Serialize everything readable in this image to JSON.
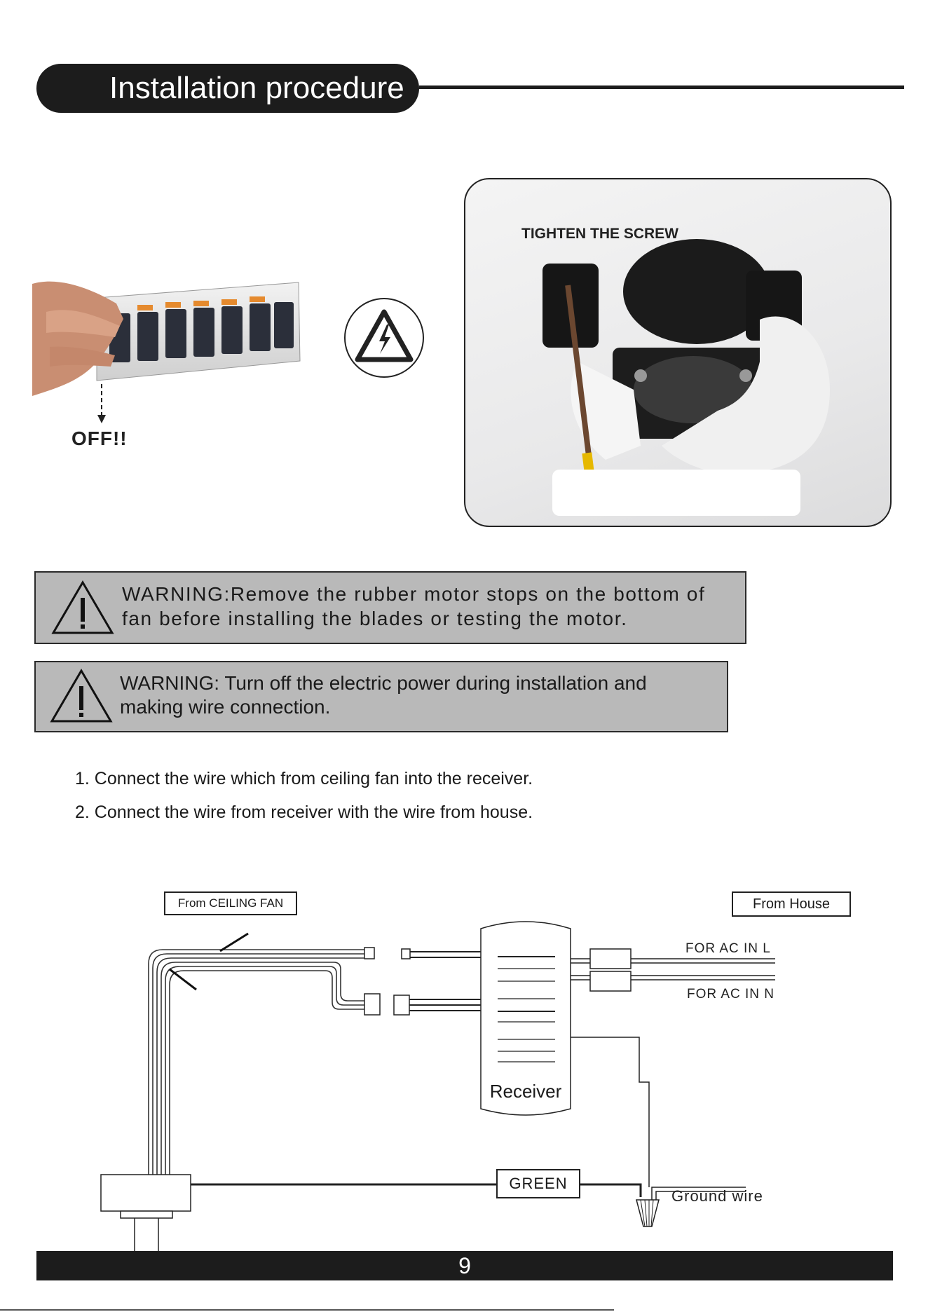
{
  "header": {
    "title": "Installation procedure"
  },
  "breaker_photo": {
    "off_label": "OFF!!"
  },
  "hazard_sign": {
    "icon": "high-voltage-icon"
  },
  "screw_photo": {
    "caption": "TIGHTEN THE SCREW"
  },
  "warnings": [
    {
      "line1": "WARNING:Remove the rubber motor stops on the bottom of",
      "line2": "fan before installing the blades or testing the motor.",
      "icon": "warning-triangle-icon"
    },
    {
      "line1": "WARNING: Turn off the electric power during installation and",
      "line2": "making wire connection.",
      "icon": "warning-triangle-icon"
    }
  ],
  "steps": [
    "1. Connect the wire which from ceiling fan  into the receiver.",
    "2. Connect the wire from receiver with the wire from house."
  ],
  "diagram": {
    "from_ceiling_fan": "From CEILING FAN",
    "from_house": "From House",
    "ac_in_l": "FOR AC IN L",
    "ac_in_n": "FOR AC IN N",
    "receiver": "Receiver",
    "green": "GREEN",
    "ground_wire": "Ground wire"
  },
  "footer": {
    "page_number": "9"
  }
}
